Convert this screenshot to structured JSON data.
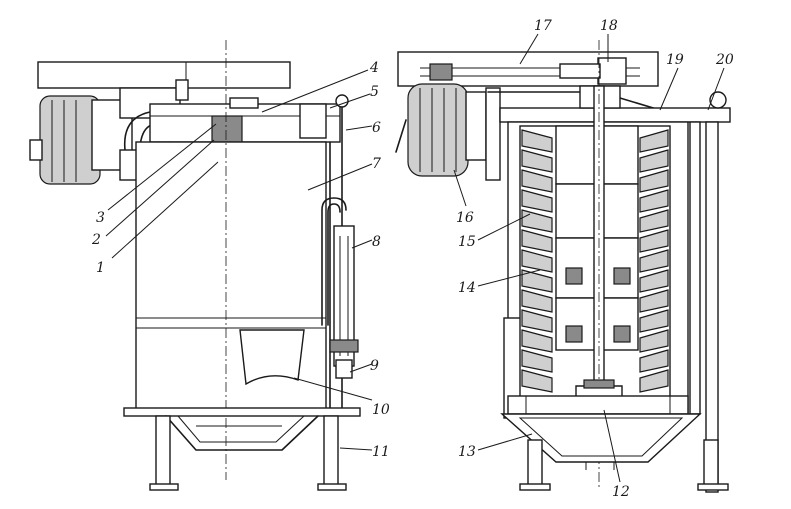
{
  "labels": [
    {
      "id": "l1",
      "text": "1"
    },
    {
      "id": "l2",
      "text": "2"
    },
    {
      "id": "l3",
      "text": "3"
    },
    {
      "id": "l4",
      "text": "4"
    },
    {
      "id": "l5",
      "text": "5"
    },
    {
      "id": "l6",
      "text": "6"
    },
    {
      "id": "l7",
      "text": "7"
    },
    {
      "id": "l8",
      "text": "8"
    },
    {
      "id": "l9",
      "text": "9"
    },
    {
      "id": "l10",
      "text": "10"
    },
    {
      "id": "l11",
      "text": "11"
    },
    {
      "id": "l12",
      "text": "12"
    },
    {
      "id": "l13",
      "text": "13"
    },
    {
      "id": "l14",
      "text": "14"
    },
    {
      "id": "l15",
      "text": "15"
    },
    {
      "id": "l16",
      "text": "16"
    },
    {
      "id": "l17",
      "text": "17"
    },
    {
      "id": "l18",
      "text": "18"
    },
    {
      "id": "l19",
      "text": "19"
    },
    {
      "id": "l20",
      "text": "20"
    }
  ]
}
